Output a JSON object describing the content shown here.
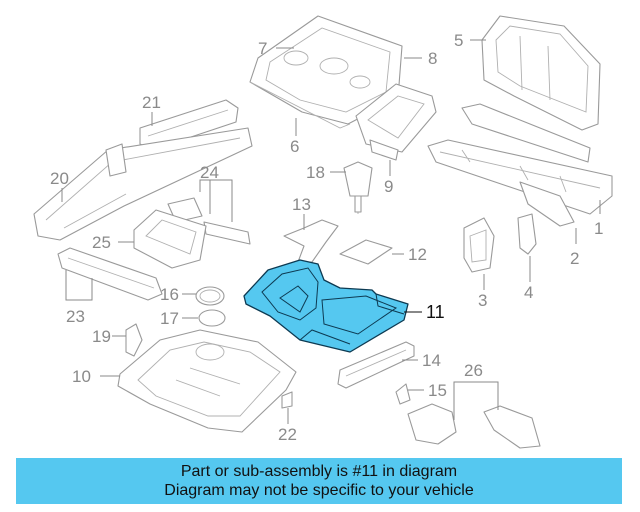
{
  "diagram": {
    "callouts": {
      "c1": "1",
      "c2": "2",
      "c3": "3",
      "c4": "4",
      "c5": "5",
      "c6": "6",
      "c7": "7",
      "c8": "8",
      "c9": "9",
      "c10": "10",
      "c11": "11",
      "c12": "12",
      "c13": "13",
      "c14": "14",
      "c15": "15",
      "c16": "16",
      "c17": "17",
      "c18": "18",
      "c19": "19",
      "c20": "20",
      "c21": "21",
      "c22": "22",
      "c23": "23",
      "c24": "24",
      "c25": "25",
      "c26": "26"
    },
    "highlighted_part": "11",
    "highlight_color": "#55c8f0",
    "outline_color": "#9a9a9a"
  },
  "banner": {
    "line1": "Part or sub-assembly is #11 in diagram",
    "line2": "Diagram may not be specific to your vehicle",
    "color": "#55c8f0"
  }
}
